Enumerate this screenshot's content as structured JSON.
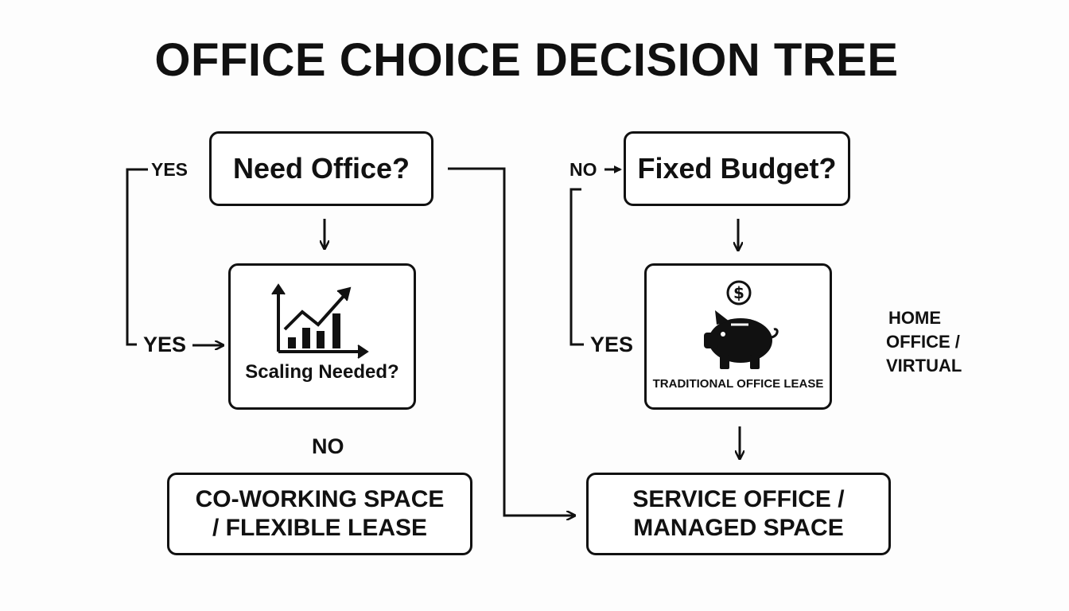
{
  "title": "OFFICE CHOICE DECISION TREE",
  "nodes": {
    "need_office": "Need Office?",
    "fixed_budget": "Fixed Budget?",
    "scaling_needed": "Scaling Needed?",
    "traditional_lease": "TRADITIONAL OFFICE LEASE",
    "coworking_line1": "CO-WORKING SPACE",
    "coworking_line2": "/ FLEXIBLE LEASE",
    "service_line1": "SERVICE OFFICE /",
    "service_line2": "MANAGED SPACE"
  },
  "labels": {
    "yes_top": "YES",
    "yes_mid": "YES",
    "no_mid": "NO",
    "no_right": "NO",
    "yes_right": "YES"
  },
  "side_note": {
    "line1": "HOME",
    "line2": "OFFICE /",
    "line3": "VIRTUAL"
  },
  "icons": {
    "scaling": "bar-chart-growth-icon",
    "budget": "piggy-bank-dollar-icon"
  }
}
